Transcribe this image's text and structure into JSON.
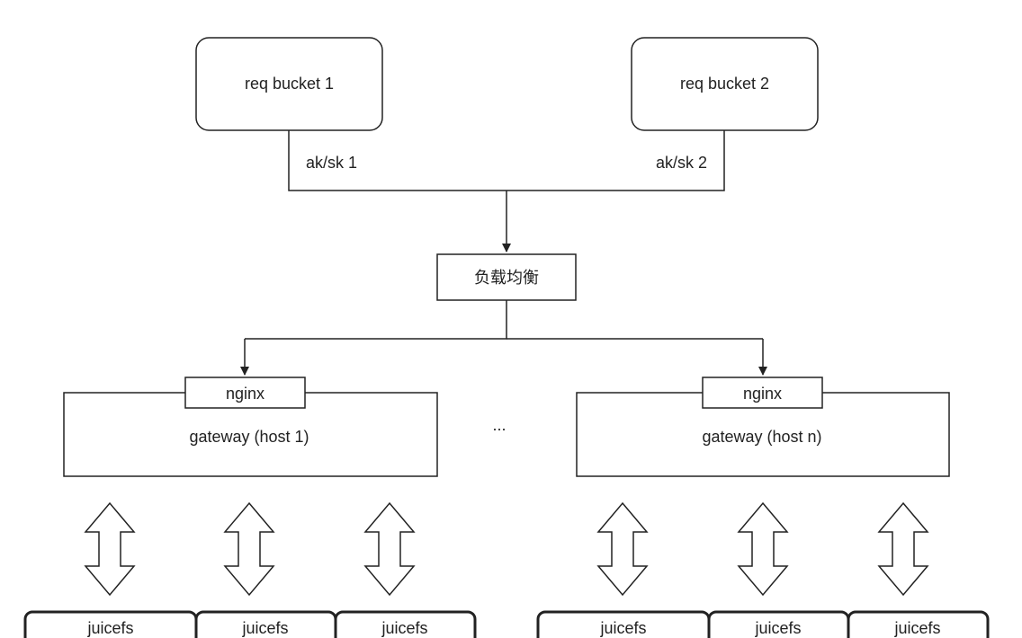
{
  "buckets": [
    {
      "label": "req bucket 1",
      "credential": "ak/sk 1"
    },
    {
      "label": "req bucket 2",
      "credential": "ak/sk 2"
    }
  ],
  "load_balancer": {
    "label": "负载均衡"
  },
  "gateways": [
    {
      "proxy": "nginx",
      "label": "gateway (host 1)"
    },
    {
      "proxy": "nginx",
      "label": "gateway (host n)"
    }
  ],
  "ellipsis": "...",
  "storage_nodes": {
    "left": [
      "juicefs",
      "juicefs",
      "juicefs"
    ],
    "right": [
      "juicefs",
      "juicefs",
      "juicefs"
    ]
  },
  "colors": {
    "stroke": "#222222",
    "background": "#ffffff"
  }
}
